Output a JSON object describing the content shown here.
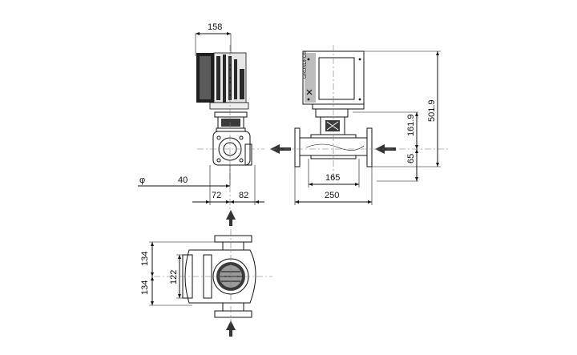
{
  "dimensions": {
    "motor_width": "158",
    "diameter_symbol": "φ",
    "diameter": "40",
    "left_offset": "72",
    "right_offset": "82",
    "port_to_port_inner": "165",
    "port_to_port": "250",
    "center_to_top_head": "161.9",
    "total_height": "501.9",
    "center_to_base": "65",
    "half_width_top": "134",
    "half_width_bottom": "134",
    "body_width": "122"
  },
  "colors": {
    "line": "#111111",
    "motor": "#2a2a2a",
    "housing": "#cfcfcf"
  }
}
